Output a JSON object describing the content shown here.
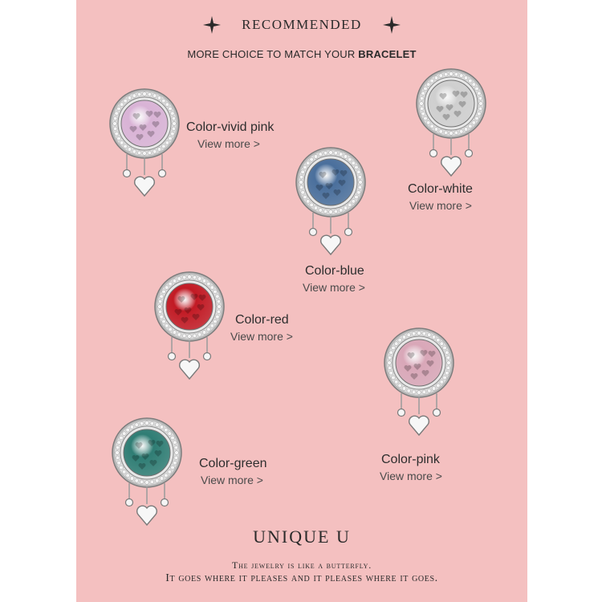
{
  "header": {
    "title": "RECOMMENDED",
    "subtitle_prefix": "MORE CHOICE TO MATCH YOUR",
    "subtitle_bold": "BRACELET"
  },
  "products": [
    {
      "name": "Color-vivid pink",
      "link": "View more >",
      "stone_color": "#d9b3d6",
      "icon": "dreamcatcher-charm"
    },
    {
      "name": "Color-white",
      "link": "View more >",
      "stone_color": "#cfcfcf",
      "icon": "dreamcatcher-charm"
    },
    {
      "name": "Color-blue",
      "link": "View more >",
      "stone_color": "#4a6f9c",
      "icon": "dreamcatcher-charm"
    },
    {
      "name": "Color-red",
      "link": "View more >",
      "stone_color": "#c21a24",
      "icon": "dreamcatcher-charm"
    },
    {
      "name": "Color-pink",
      "link": "View more >",
      "stone_color": "#d9a7b8",
      "icon": "dreamcatcher-charm"
    },
    {
      "name": "Color-green",
      "link": "View more >",
      "stone_color": "#2f7d74",
      "icon": "dreamcatcher-charm"
    }
  ],
  "footer": {
    "brand": "UNIQUE U",
    "tagline_1": "The jewelry is like a butterfly.",
    "tagline_2": "It goes where it pleases and it pleases where it goes."
  },
  "colors": {
    "panel": "#f4c0c0",
    "text": "#2a2a2a"
  }
}
